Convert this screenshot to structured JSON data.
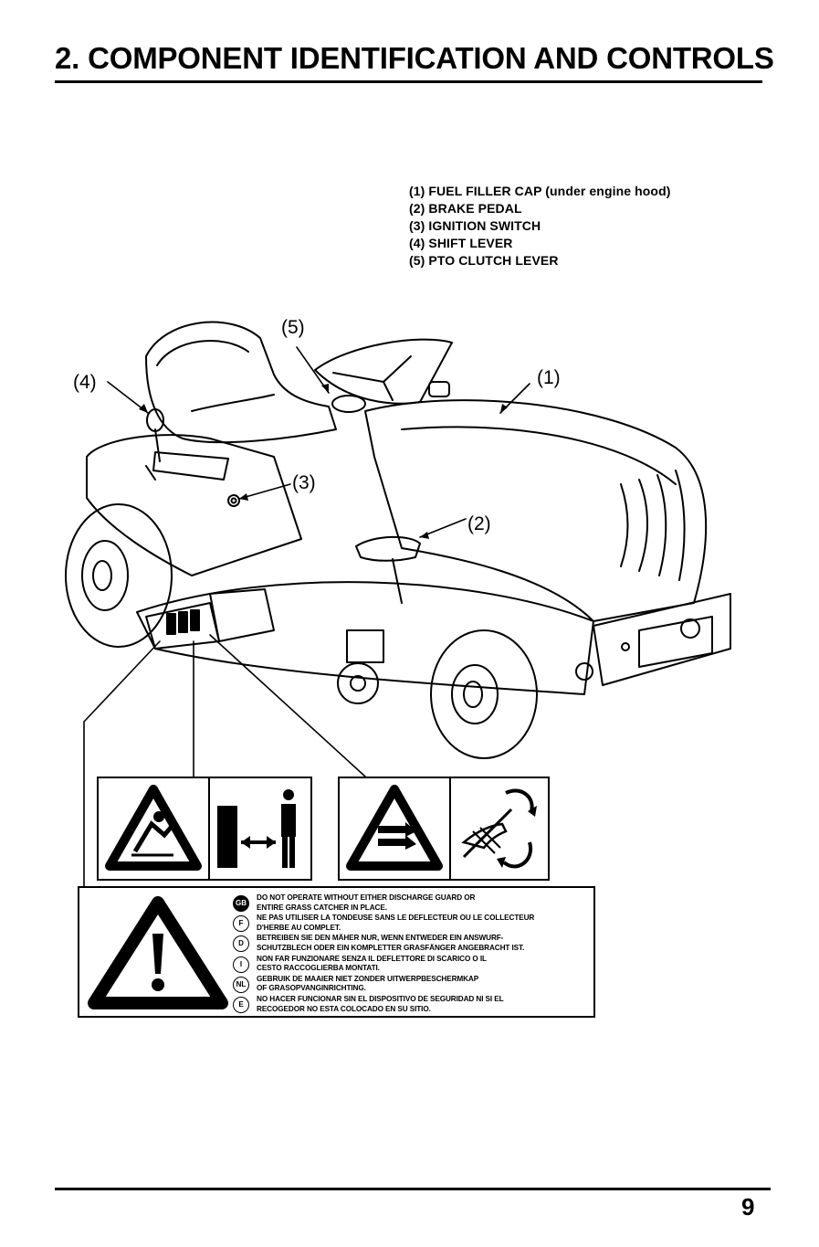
{
  "header": {
    "title": "2. COMPONENT IDENTIFICATION AND CONTROLS"
  },
  "legend": {
    "items": [
      "(1) FUEL FILLER CAP (under engine hood)",
      "(2) BRAKE PEDAL",
      "(3) IGNITION SWITCH",
      "(4) SHIFT LEVER",
      "(5) PTO CLUTCH LEVER"
    ]
  },
  "callouts": {
    "c1": "(1)",
    "c2": "(2)",
    "c3": "(3)",
    "c4": "(4)",
    "c5": "(5)"
  },
  "warning": {
    "entries": [
      {
        "lang": "GB",
        "lines": [
          "DO NOT OPERATE WITHOUT EITHER DISCHARGE GUARD OR",
          "ENTIRE GRASS CATCHER IN PLACE."
        ]
      },
      {
        "lang": "F",
        "lines": [
          "NE PAS UTILISER LA TONDEUSE SANS LE DEFLECTEUR OU LE COLLECTEUR",
          "D'HERBE AU COMPLET."
        ]
      },
      {
        "lang": "D",
        "lines": [
          "BETREIBEN SIE DEN MÄHER NUR, WENN ENTWEDER EIN ANSWURF-",
          "SCHUTZBLECH ODER EIN KOMPLETTER GRASFÄNGER ANGEBRACHT IST."
        ]
      },
      {
        "lang": "I",
        "lines": [
          "NON FAR FUNZIONARE SENZA IL DEFLETTORE DI SCARICO O IL",
          "CESTO RACCOGLIERBA MONTATI."
        ]
      },
      {
        "lang": "NL",
        "lines": [
          "GEBRUIK DE MAAIER NIET ZONDER UITWERPBESCHERMKAP",
          "OF GRASOPVANGINRICHTING."
        ]
      },
      {
        "lang": "E",
        "lines": [
          "NO HACER FUNCIONAR SIN EL DISPOSITIVO DE SEGURIDAD NI SI EL",
          "RECOGEDOR NO ESTA COLOCADO EN SU SITIO."
        ]
      }
    ]
  },
  "footer": {
    "page_number": "9"
  }
}
